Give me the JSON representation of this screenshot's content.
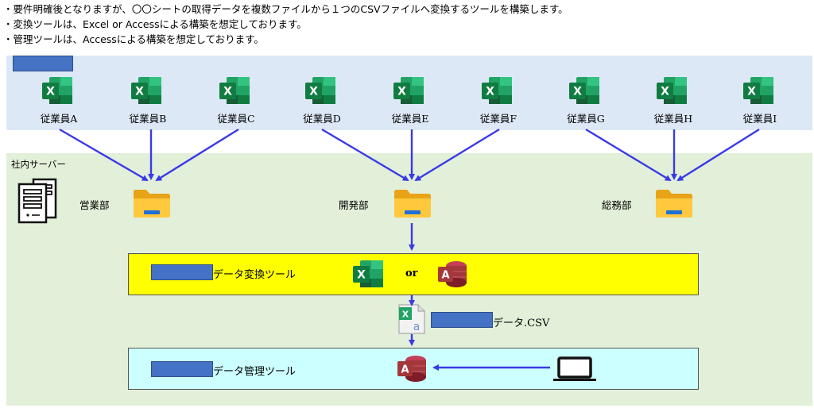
{
  "notes": [
    "・要件明確後となりますが、〇〇シートの取得データを複数ファイルから１つのCSVファイルへ変換するツールを構築します。",
    "・変換ツールは、Excel or Accessによる構築を想定しております。",
    "・管理ツールは、Accessによる構築を想定しております。"
  ],
  "employees": [
    "従業員A",
    "従業員B",
    "従業員C",
    "従業員D",
    "従業員E",
    "従業員F",
    "従業員G",
    "従業員H",
    "従業員I"
  ],
  "server_label": "社内サーバー",
  "departments": [
    "営業部",
    "開発部",
    "総務部"
  ],
  "conversion_tool": {
    "label": "データ変換ツール",
    "or": "or"
  },
  "csv_label": "データ.CSV",
  "management_tool": {
    "label": "データ管理ツール"
  },
  "colors": {
    "arrow": "#3a3ae6",
    "redaction": "#4472c4",
    "band_top": "#dde8f6",
    "band_server": "#e2efd9",
    "tool_yellow": "#ffff00",
    "tool_cyan": "#ccffff"
  },
  "icons": {
    "employee": "excel-icon",
    "department": "folder-icon",
    "server": "server-icon",
    "database": "access-icon",
    "csv": "csv-file-icon",
    "client": "laptop-icon"
  }
}
